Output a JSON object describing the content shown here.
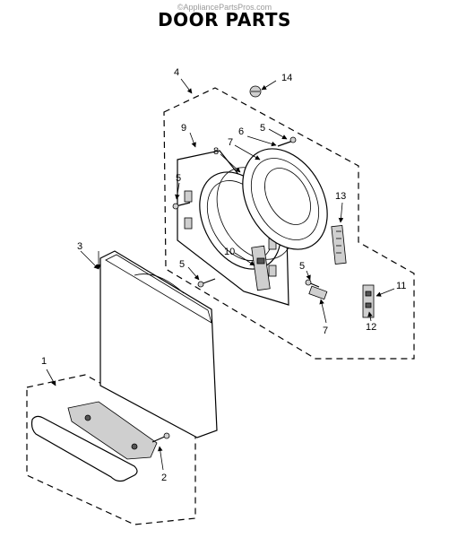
{
  "watermark": "©AppliancePartsPros.com",
  "title": "DOOR PARTS",
  "callouts": {
    "c1": "1",
    "c2": "2",
    "c3": "3",
    "c4": "4",
    "c5a": "5",
    "c5b": "5",
    "c5c": "5",
    "c5d": "5",
    "c6": "6",
    "c7a": "7",
    "c7b": "7",
    "c8": "8",
    "c9": "9",
    "c10": "10",
    "c11": "11",
    "c12": "12",
    "c13": "13",
    "c14": "14"
  }
}
